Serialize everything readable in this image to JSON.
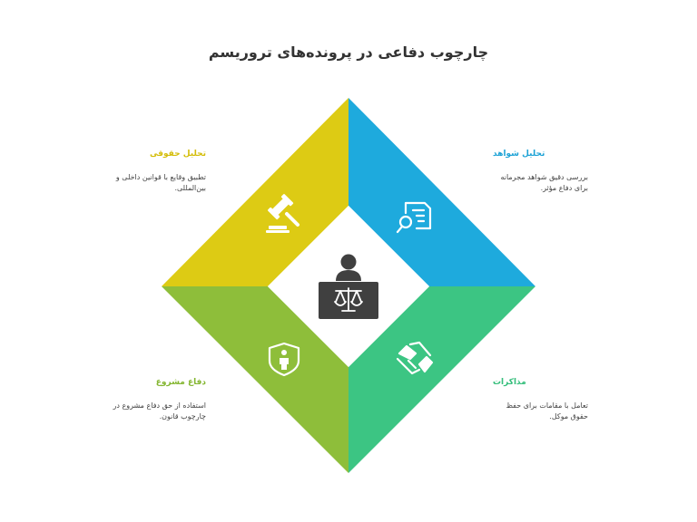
{
  "title": "چارچوب دفاعی در پرونده‌های تروریسم",
  "colors": {
    "yellow": "#DDCB14",
    "blue": "#1EAADD",
    "olive": "#8EBE3A",
    "green": "#3CC583",
    "center_icon": "#404040"
  },
  "quadrants": [
    {
      "key": "legal",
      "heading": "تحلیل حقوقی",
      "description": "تطبیق وقایع با قوانین داخلی و بین‌المللی.",
      "icon": "gavel-icon"
    },
    {
      "key": "evidence",
      "heading": "تحلیل شواهد",
      "description": "بررسی دقیق شواهد مجرمانه برای دفاع مؤثر.",
      "icon": "document-search-icon"
    },
    {
      "key": "defense",
      "heading": "دفاع مشروع",
      "description": "استفاده از حق دفاع مشروع در چارچوب قانون.",
      "icon": "shield-person-icon"
    },
    {
      "key": "negotiation",
      "heading": "مذاکرات",
      "description": "تعامل با مقامات برای حفظ حقوق موکل.",
      "icon": "handshake-icon"
    }
  ],
  "center_icon": "lawyer-scales-icon"
}
